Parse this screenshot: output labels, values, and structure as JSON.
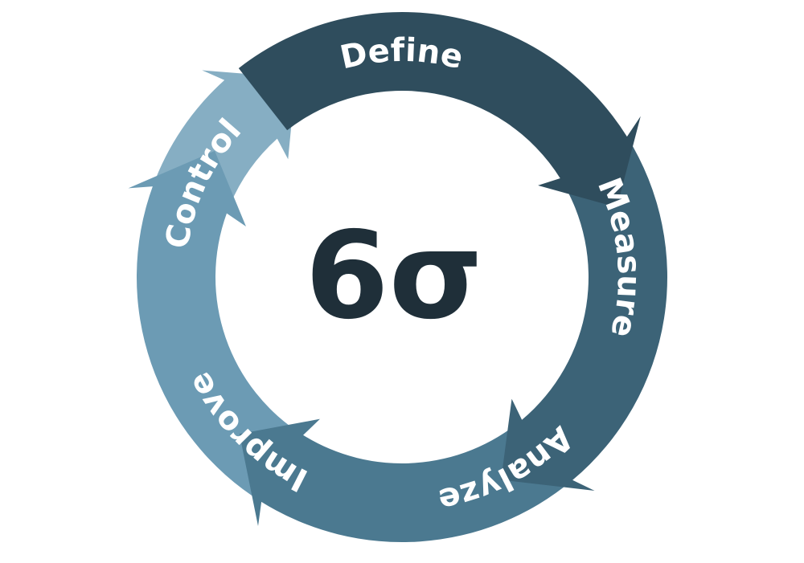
{
  "center_label": "6σ",
  "steps": [
    {
      "label": "Control",
      "color": "#86aec3"
    },
    {
      "label": "Improve",
      "color": "#6c9bb4"
    },
    {
      "label": "Analyze",
      "color": "#4b7990"
    },
    {
      "label": "Measure",
      "color": "#3c6377"
    },
    {
      "label": "Define",
      "color": "#2f4d5d"
    }
  ],
  "center_color": "#1f2f39"
}
